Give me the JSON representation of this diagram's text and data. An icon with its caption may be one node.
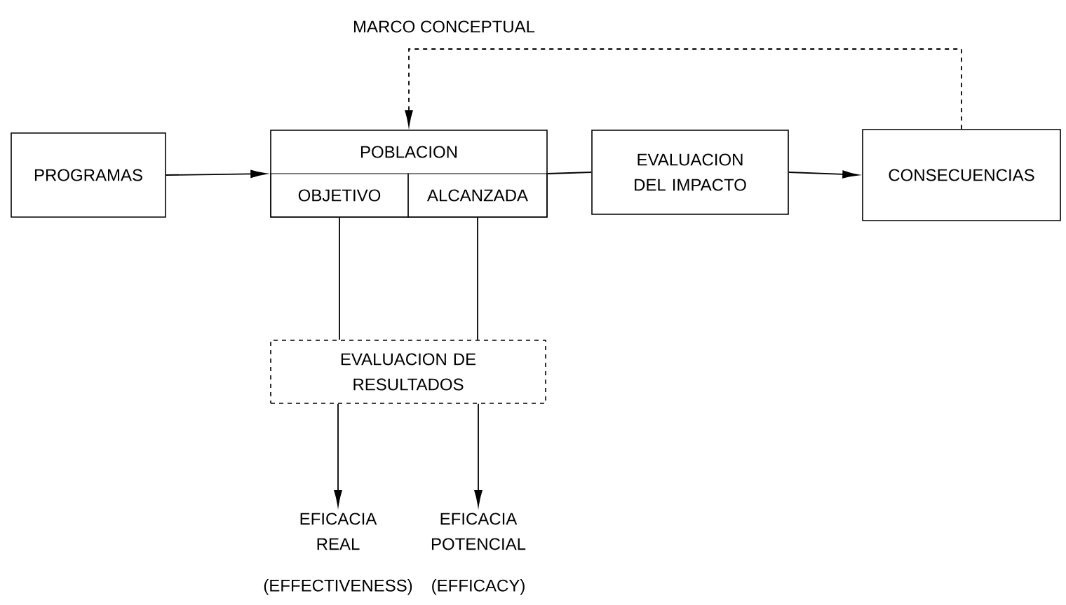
{
  "diagram": {
    "nodes": [
      {
        "text": [
          "PROGRAMAS"
        ]
      },
      {
        "text": [
          "POBLACION"
        ]
      },
      {
        "text": [
          "OBJETIVO"
        ],
        "in": 1
      },
      {
        "text": [
          "ALCANZADA"
        ],
        "in": 1
      },
      {
        "text": [
          "EVALUACION DEL IMPACTO"
        ]
      },
      {
        "text": [
          "CONSECUENCIAS"
        ]
      },
      {
        "text": [
          "EVALUACION DE RESULTADOS"
        ]
      },
      {
        "text": [
          "EFICACIA REAL",
          "(EFFECTIVENESS)"
        ]
      },
      {
        "text": [
          "EFICACIA POTENCIAL",
          "(EFFICACY)"
        ]
      }
    ],
    "edges": [
      {
        "from": 0,
        "to": 1,
        "arrow": "to"
      },
      {
        "from": 1,
        "to": 4,
        "arrow": "none"
      },
      {
        "from": 4,
        "to": 5,
        "arrow": "to"
      },
      {
        "from": 5,
        "to": 1,
        "arrow": "to",
        "style": "dashed",
        "label": "MARCO CONCEPTUAL"
      },
      {
        "from": 2,
        "to": 6,
        "arrow": "none"
      },
      {
        "from": 3,
        "to": 6,
        "arrow": "none"
      },
      {
        "from": 6,
        "to": 7,
        "arrow": "to"
      },
      {
        "from": 6,
        "to": 8,
        "arrow": "to"
      }
    ]
  }
}
